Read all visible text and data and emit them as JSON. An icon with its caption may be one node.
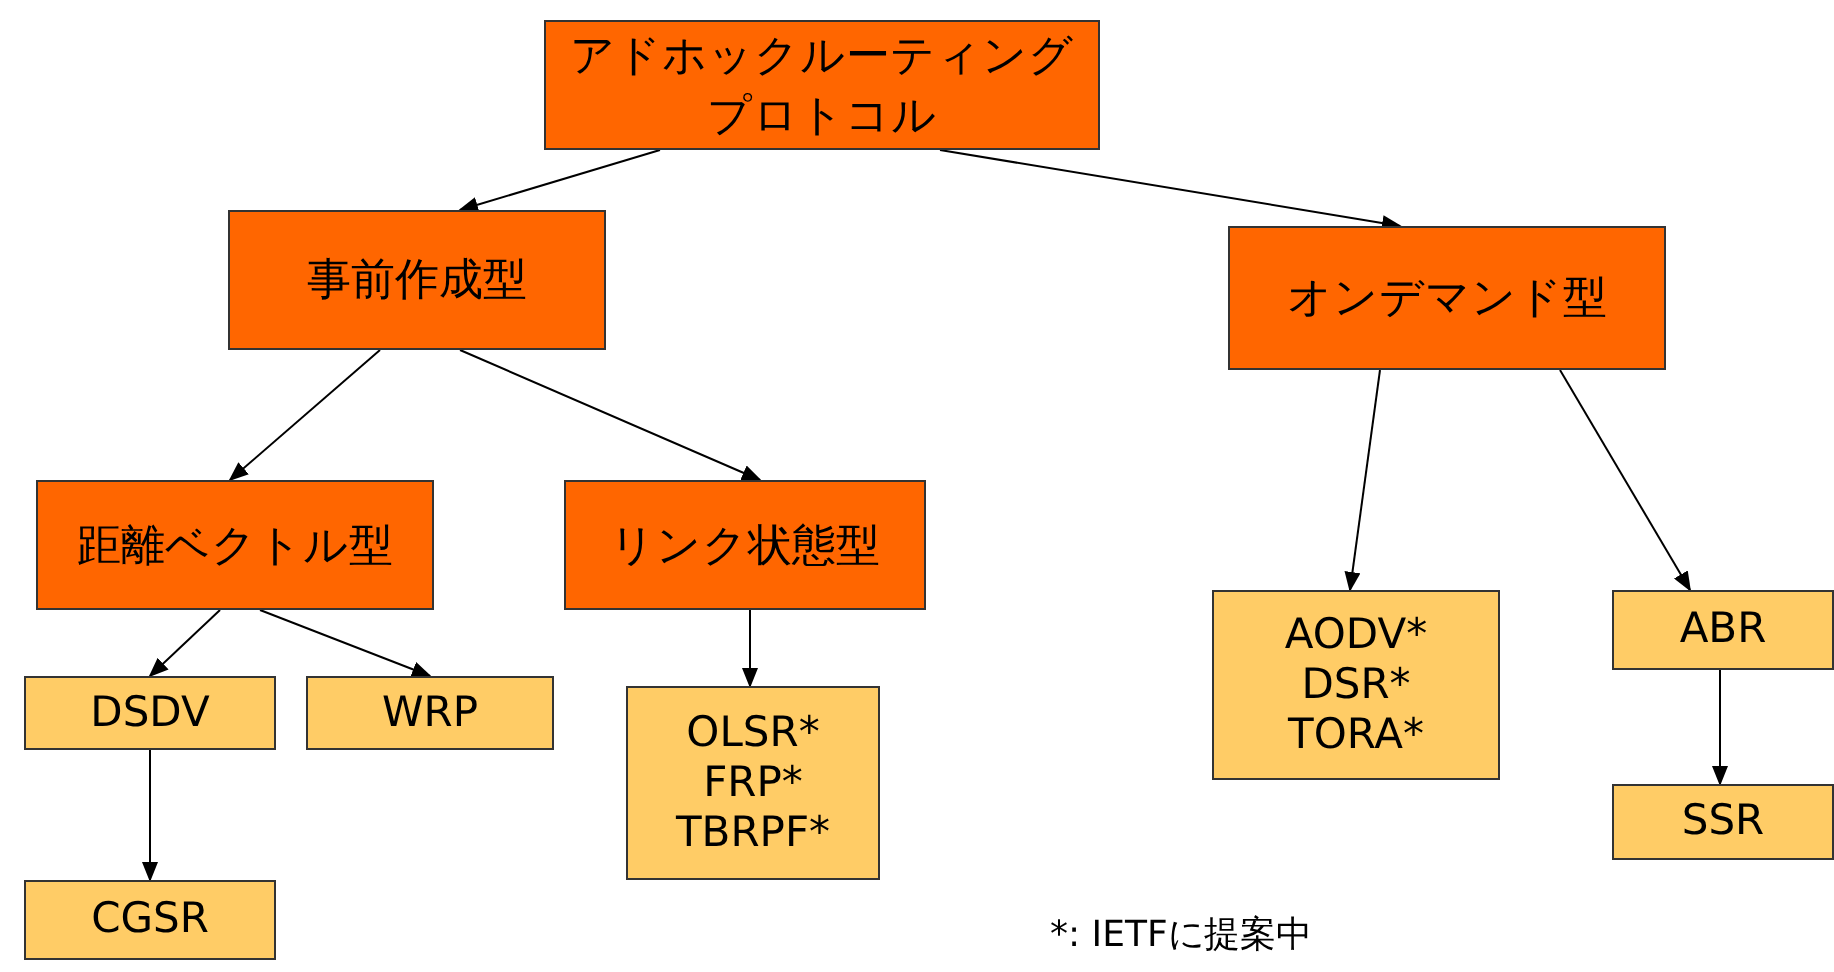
{
  "diagram": {
    "nodes": [
      {
        "text": [
          "アドホックルーティングプロトコル"
        ]
      },
      {
        "text": [
          "事前作成型"
        ]
      },
      {
        "text": [
          "オンデマンド型"
        ]
      },
      {
        "text": [
          "距離ベクトル型"
        ]
      },
      {
        "text": [
          "リンク状態型"
        ]
      },
      {
        "text": [
          "DSDV"
        ]
      },
      {
        "text": [
          "WRP"
        ]
      },
      {
        "text": [
          "OLSR* FRP* TBRPF*"
        ]
      },
      {
        "text": [
          "AODV* DSR* TORA*"
        ]
      },
      {
        "text": [
          "ABR"
        ]
      },
      {
        "text": [
          "SSR"
        ]
      },
      {
        "text": [
          "CGSR"
        ]
      }
    ],
    "edges": [
      {
        "from": 0,
        "to": 1,
        "arrow": "to"
      },
      {
        "from": 0,
        "to": 2,
        "arrow": "to"
      },
      {
        "from": 1,
        "to": 3,
        "arrow": "to"
      },
      {
        "from": 1,
        "to": 4,
        "arrow": "to"
      },
      {
        "from": 2,
        "to": 8,
        "arrow": "to"
      },
      {
        "from": 2,
        "to": 9,
        "arrow": "to"
      },
      {
        "from": 3,
        "to": 5,
        "arrow": "to"
      },
      {
        "from": 3,
        "to": 6,
        "arrow": "to"
      },
      {
        "from": 4,
        "to": 7,
        "arrow": "to"
      },
      {
        "from": 5,
        "to": 11,
        "arrow": "to"
      },
      {
        "from": 9,
        "to": 10,
        "arrow": "to"
      }
    ],
    "labels": [
      "*: IETFに提案中"
    ]
  }
}
